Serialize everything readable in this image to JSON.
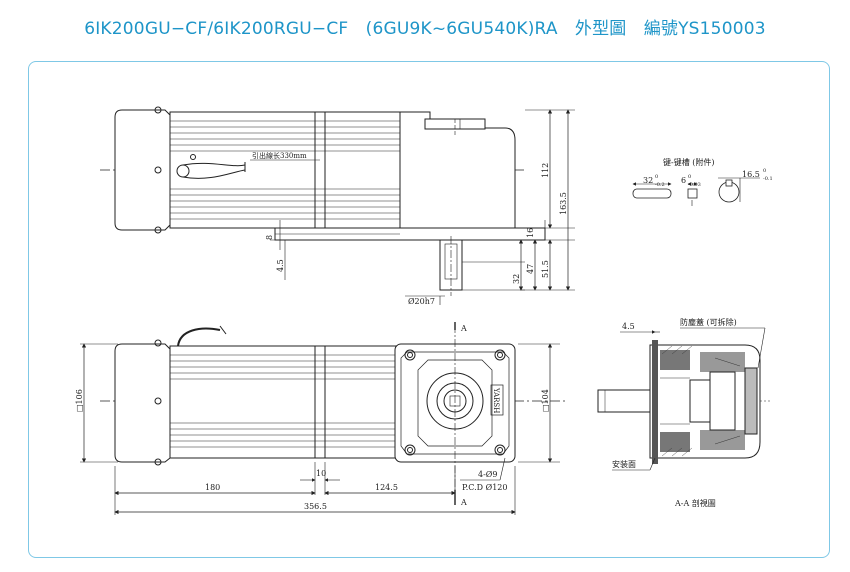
{
  "header": {
    "title": "6IK200GU−CF/6IK200RGU−CF　(6GU9K~6GU540K)RA　外型圖　編號YS150003"
  },
  "side_view": {
    "lead_wire_note": "引出線长330mm",
    "dim_112": "112",
    "dim_163_5": "163.5",
    "dim_16": "16",
    "dim_8": "8",
    "dim_4_5": "4.5",
    "dim_47": "47",
    "dim_51_5": "51.5",
    "dim_32": "32",
    "shaft_dia": "Ø20h7"
  },
  "key_detail": {
    "title": "键-键槽 (附件)",
    "key_len": "32",
    "key_len_tol_top": "0",
    "key_len_tol_bot": "-0.2",
    "key_w": "6",
    "key_w_tol_top": "0",
    "key_w_tol_bot": "-0.03",
    "slot_depth": "16.5",
    "slot_tol_top": "0",
    "slot_tol_bot": "-0.1"
  },
  "top_view": {
    "dim_106": "□106",
    "dim_104": "□104",
    "dim_10": "10",
    "dim_180": "180",
    "dim_124_5": "124.5",
    "dim_356_5": "356.5",
    "holes": "4-Ø9",
    "pcd": "P.C.D Ø120",
    "section_mark_top": "A",
    "section_mark_bottom": "A",
    "brand": "YARSH"
  },
  "section_view": {
    "dim_4_5": "4.5",
    "cover_label": "防塵蓋 (可拆除)",
    "mount_label": "安装面",
    "caption": "A-A 剖視圖"
  },
  "colors": {
    "title": "#1e95c8",
    "frame": "#7fc8e6",
    "line": "#222222"
  }
}
